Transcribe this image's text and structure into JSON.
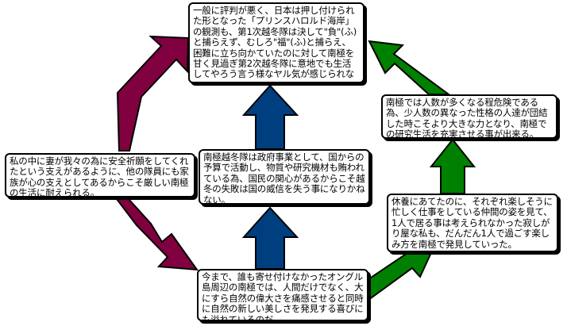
{
  "colors": {
    "arrow_left": "#800040",
    "arrow_center": "#003f7f",
    "arrow_right": "#008000",
    "box_border": "#000000",
    "box_fill": "#ffffff"
  },
  "boxes": {
    "top": "一般に評判が悪く、日本は押し付けられた形となった「プリンスハロルド海岸」の観測も、第1次越冬隊は決して\"負\"(ふ)と捕らえず、むしろ\"福\"(ふ)と捕らえ、困難に立ち向かていたのに対して南極を甘く見過ぎ第2次越冬隊に意地でも生活してやろう言う様なヤル気が感じられない",
    "right_top": "南極では人数が多くなる程危険である為、少人数の異なった性格の人達が団結した時こそより大きな力となり、南極での研究生活を充実させる事が出来る。",
    "center": "南極越冬隊は政府事業として、国からの予算で活動し、物質や研究機材も賄われている為、国民の関心があるからこそ越冬の失敗は国の威信を失う事になりかねない。",
    "left": "私の中に妻が我々の為に安全祈願をしてくれたという支えがあるように、他の隊員にも家族が心の支えとしてあるからこそ厳しい南極の生活に耐えられる。",
    "right_bottom": "休養にあてたのに、それぞれ楽しそうに忙しく仕事をしている仲間の姿を見て、1人で居る事は考えられなかった寂しがり屋な私も、だんだん1人で過ごす楽しみ方を南極で発見していった。",
    "bottom": "今まで、誰も寄せ付けなかったオングル島周辺の南極では、人間だけでなく、大にすら自然の偉大さを痛感させると同時に自然の新しい美しさを発見する喜びにも溢れているのだ。"
  }
}
